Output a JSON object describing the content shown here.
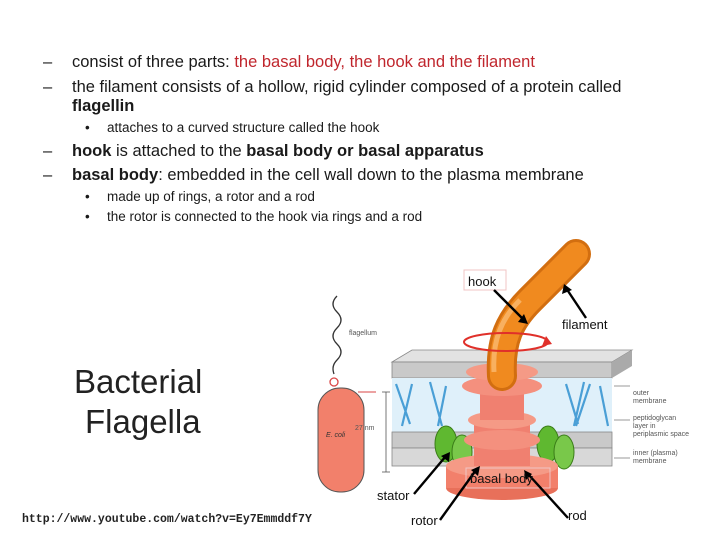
{
  "bullets": {
    "b1_prefix": "consist of three parts: ",
    "b1_red": "the basal body, the hook and the filament",
    "b2_line1": "the filament consists of a hollow, rigid cylinder composed of a protein called",
    "b2_line2": "flagellin",
    "b2_sub": "attaches to a curved structure called the hook",
    "b3_bold": "hook",
    "b3_mid": " is attached to the ",
    "b3_bold2": "basal body or basal apparatus",
    "b4_bold": "basal body",
    "b4_rest": ": embedded in the cell wall down to the plasma membrane",
    "b4_sub1": "made up of rings, a rotor and a rod",
    "b4_sub2": "the rotor is connected to the hook via rings and a rod",
    "dash": "–",
    "dot": "•"
  },
  "title": {
    "line1": "Bacterial",
    "line2": "Flagella"
  },
  "link": "http://www.youtube.com/watch?v=Ey7Emmddf7Y",
  "diagram": {
    "hook": "hook",
    "filament": "filament",
    "basal_body": "basal body",
    "stator": "stator",
    "rotor": "rotor",
    "rod": "rod",
    "flagellum_small": "flagellum",
    "ecoli": "E. coli",
    "scale": "27 nm",
    "outer_membrane": "outer\nmembrane",
    "peptidoglycan": "peptidoglycan\nlayer in\nperiplasmic space",
    "inner_membrane": "inner (plasma)\nmembrane"
  },
  "colors": {
    "text_red": "#c0262d",
    "orange": "#f08a1f",
    "salmon": "#f2806b",
    "membrane_gray": "#c9c9c9",
    "peptidoglycan_blue": "#4a9fd6",
    "green": "#5fb830",
    "arrow_red": "#e0302a"
  }
}
